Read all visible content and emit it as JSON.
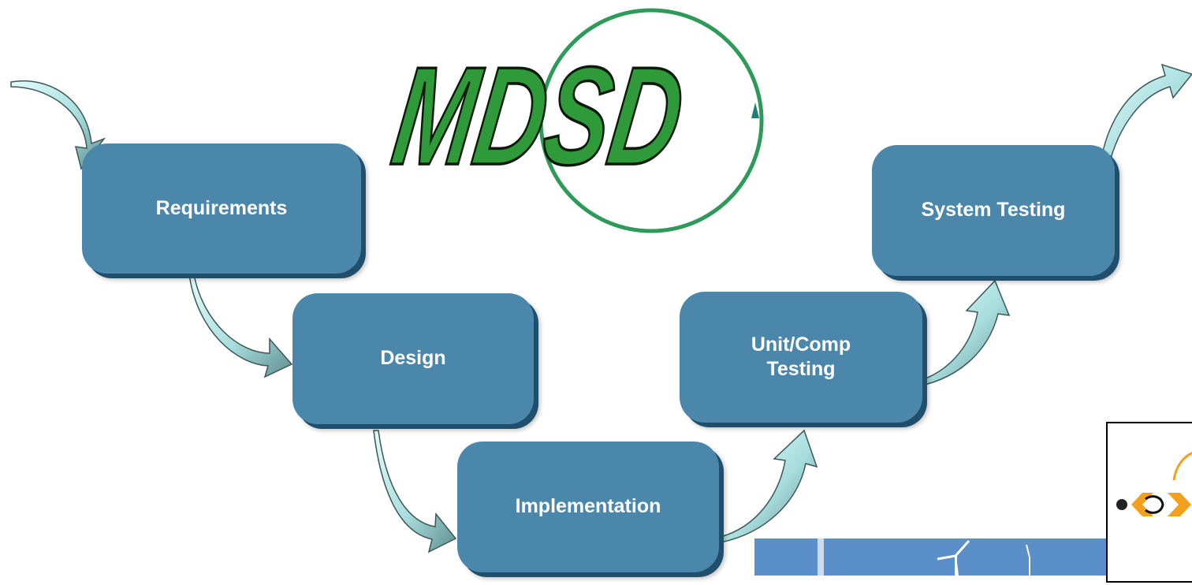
{
  "wordmark": {
    "text": "MDSD",
    "fill": "#2e9a3a",
    "stroke": "#0b1a0b",
    "cycle_color": "#2e9a5a",
    "arrowhead_color": "#1e7f78"
  },
  "steps": [
    {
      "id": "requirements",
      "label": "Requirements"
    },
    {
      "id": "design",
      "label": "Design"
    },
    {
      "id": "implementation",
      "label": "Implementation"
    },
    {
      "id": "unit-comp-testing",
      "label_line1": "Unit/Comp",
      "label_line2": "Testing"
    },
    {
      "id": "system-testing",
      "label": "System Testing"
    }
  ],
  "colors": {
    "box": "#4a87ab",
    "box_shadow": "#1f4f6c",
    "arrow_light": "#d8f6f6",
    "arrow_dark": "#5f8f90",
    "arrow_outline": "#3c5757"
  }
}
